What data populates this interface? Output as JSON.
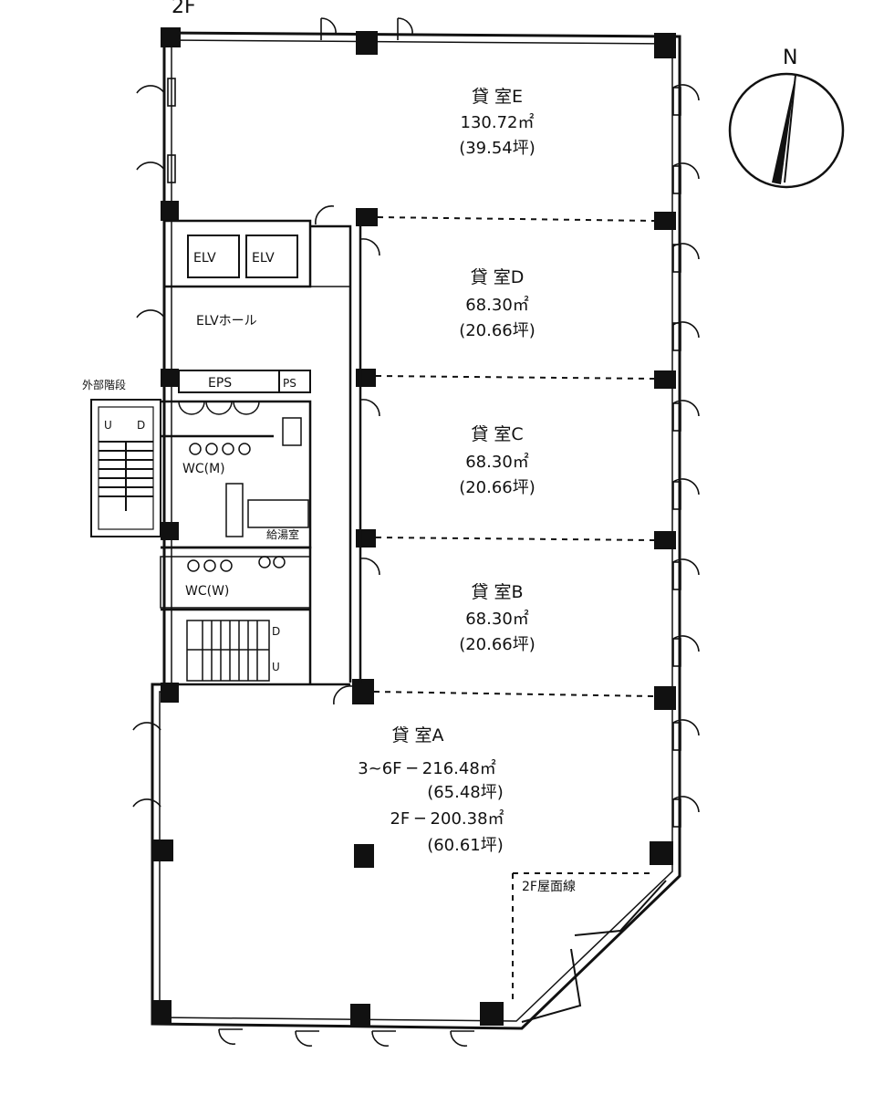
{
  "annotation": "2F",
  "compass": {
    "label": "N"
  },
  "rooms": {
    "E": {
      "title": "貸 室E",
      "area": "130.72㎡",
      "tsubo": "(39.54坪)"
    },
    "D": {
      "title": "貸 室D",
      "area": "68.30㎡",
      "tsubo": "(20.66坪)"
    },
    "C": {
      "title": "貸 室C",
      "area": "68.30㎡",
      "tsubo": "(20.66坪)"
    },
    "B": {
      "title": "貸 室B",
      "area": "68.30㎡",
      "tsubo": "(20.66坪)"
    },
    "A": {
      "title": "貸 室A",
      "line1": "3~6F ─ 216.48㎡",
      "line2": "(65.48坪)",
      "line3": "2F ─ 200.38㎡",
      "line4": "(60.61坪)"
    }
  },
  "core": {
    "elv1": "ELV",
    "elv2": "ELV",
    "elv_hall": "ELVホール",
    "eps": "EPS",
    "ps": "PS",
    "wc_m": "WC(M)",
    "wc_w": "WC(W)",
    "kyutoshitsu": "給湯室",
    "ext_stair": "外部階段",
    "stair_ext_u": "U",
    "stair_ext_d": "D",
    "stair_int_d": "D",
    "stair_int_u": "U"
  },
  "note_2f": "2F屋面線"
}
